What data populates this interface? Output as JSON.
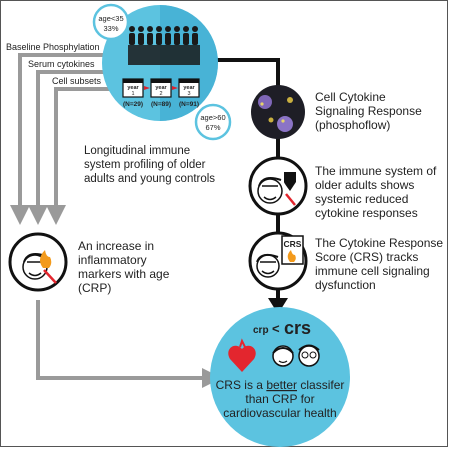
{
  "colors": {
    "circle_blue": "#5cc3e0",
    "circle_blue_dark": "#3aa9cf",
    "arrow_gray": "#9a9a9a",
    "main_line": "#111111",
    "heart_red": "#e3262e",
    "flame_orange": "#f39a1b",
    "calendar_red": "#d9232e"
  },
  "top": {
    "badge_young_line1": "age<35",
    "badge_young_line2": "33%",
    "badge_old_line1": "age>60",
    "badge_old_line2": "67%",
    "years": [
      {
        "label": "year",
        "num": "1",
        "n": "(N=29)"
      },
      {
        "label": "year",
        "num": "2",
        "n": "(N=89)"
      },
      {
        "label": "year",
        "num": "3",
        "n": "(N=91)"
      }
    ],
    "caption_lines": [
      "Longitudinal immune",
      "system profiling of older",
      "adults and young controls"
    ]
  },
  "inputs": [
    "Baseline Phosphylation",
    "Serum cytokines",
    "Cell subsets"
  ],
  "steps": [
    {
      "lines": [
        "Cell Cytokine",
        "Signaling Response",
        "(phosphoflow)"
      ],
      "icon": "cell-signaling-icon"
    },
    {
      "lines": [
        "The immune system of",
        "older adults shows",
        "systemic reduced",
        "cytokine responses"
      ],
      "icon": "elderly-immune-shield-icon"
    },
    {
      "lines": [
        "The Cytokine Response",
        "Score (CRS) tracks",
        "immune cell signaling",
        "dysfunction"
      ],
      "icon": "elderly-crs-icon",
      "badge": "CRS"
    }
  ],
  "crp": {
    "lines": [
      "An increase in",
      "inflammatory",
      "markers with age",
      "(CRP)"
    ],
    "icon": "elderly-inflammation-icon"
  },
  "bottom": {
    "formula_small": "crp",
    "formula_op": "<",
    "formula_big": "crs",
    "line1_pre": "CRS is a ",
    "line1_underlined": "better",
    "line1_post": " classifer",
    "line2": "than CRP for",
    "line3": "cardiovascular health"
  }
}
